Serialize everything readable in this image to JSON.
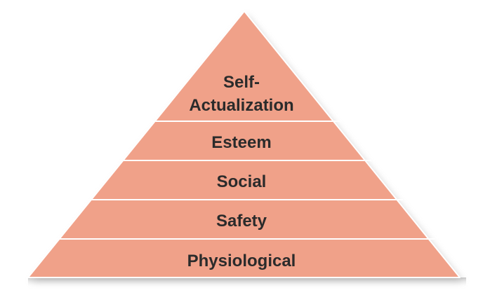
{
  "diagram": {
    "tiers": [
      {
        "label_lines": [
          "Self-",
          "Actualization"
        ]
      },
      {
        "label_lines": [
          "Esteem"
        ]
      },
      {
        "label_lines": [
          "Social"
        ]
      },
      {
        "label_lines": [
          "Safety"
        ]
      },
      {
        "label_lines": [
          "Physiological"
        ]
      }
    ],
    "colors": {
      "fill": "#f0a189",
      "divider": "#ffffff",
      "shadow": "#c9c9c9",
      "text": "#2b2b2b"
    }
  }
}
